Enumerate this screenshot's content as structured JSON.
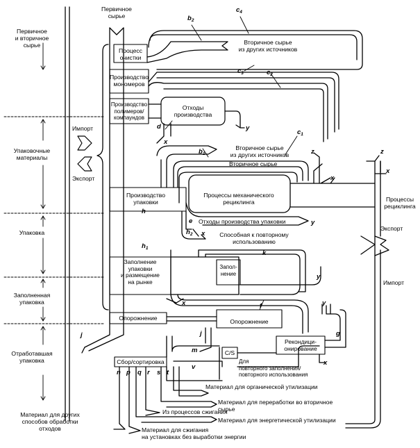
{
  "stages": [
    {
      "line1": "Первичное",
      "line2": "и вторичное",
      "line3": "сырье"
    },
    {
      "line1": "Упаковочные",
      "line2": "материалы"
    },
    {
      "line1": "Упаковка"
    },
    {
      "line1": "Заполненная",
      "line2": "упаковка"
    },
    {
      "line1": "Отработавшая",
      "line2": "упаковка"
    },
    {
      "line1": "Материал для других",
      "line2": "способов обработки",
      "line3": "отходов"
    }
  ],
  "top_input": {
    "line1": "Первичное",
    "line2": "сырье"
  },
  "boxes": {
    "cleaning": {
      "line1": "Процесс",
      "line2": "очистки"
    },
    "monomers": {
      "line1": "Производство",
      "line2": "мономеров"
    },
    "polymers": {
      "line1": "Производство",
      "line2": "полимеров/",
      "line3": "компаундов"
    },
    "production_waste": {
      "line1": "Отходы",
      "line2": "производства"
    },
    "packaging_production": {
      "line1": "Производство",
      "line2": "упаковки"
    },
    "mechanical_recycling": {
      "line1": "Процессы механического",
      "line2": "рециклинга"
    },
    "filling_market": {
      "line1": "Заполнение",
      "line2": "упаковки",
      "line3": "и размещение",
      "line4": "на рынке"
    },
    "filling": {
      "line1": "Запол-",
      "line2": "нение"
    },
    "emptying_left": "Опорожнение",
    "emptying_right": "Опорожнение",
    "reconditioning": {
      "line1": "Рекондици-",
      "line2": "онирование"
    },
    "collection": "Сбор/сортировка",
    "cs": "C/S"
  },
  "labels": {
    "secondary_other_top": {
      "line1": "Вторичное сырье",
      "line2": "из других источников"
    },
    "secondary_other_mid": {
      "line1": "Вторичное сырье",
      "line2": "из других источников"
    },
    "secondary_raw": "Вторичное сырье",
    "packaging_waste": "Отходы производства упаковки",
    "reusable": {
      "line1": "Способная к повторному",
      "line2": "использованию"
    },
    "refill": {
      "line1": "Для",
      "line2": "повторного заполнения/",
      "line3": "повторного использования"
    },
    "organic": "Материал для органической утилизации",
    "secondary_processing": {
      "line1": "Материал для переработки во вторичное",
      "line2": "сырье"
    },
    "incineration": "Из процессов сжигания",
    "energy": "Материал для энергетической утилизации",
    "burning": {
      "line1": "Материал для сжигания",
      "line2": "на установках без выработки энергии"
    },
    "recycling_processes": {
      "line1": "Процессы",
      "line2": "рециклинга"
    },
    "import_left": "Импорт",
    "export_left": "Экспорт",
    "export_right": "Экспорт",
    "import_right": "Импорт"
  },
  "letters": {
    "b2": "b",
    "c4": "c",
    "c3": "c",
    "c2": "c",
    "c1": "c",
    "b1": "b",
    "d": "d",
    "x1": "x",
    "y1": "y",
    "z1": "z",
    "x2": "x",
    "z2": "z",
    "x3": "x",
    "h": "h",
    "e": "e",
    "x4": "x",
    "y2": "y",
    "h2": "h",
    "h1": "h",
    "k": "k",
    "y3": "y",
    "x5": "x",
    "f": "f",
    "y4": "y",
    "j1": "j",
    "g": "g",
    "m": "m",
    "v": "v",
    "x6": "x",
    "j2": "j",
    "n": "n",
    "p": "p",
    "q": "q",
    "r": "r",
    "s": "s",
    "t": "t"
  },
  "subs": {
    "b2": "2",
    "c4": "4",
    "c3": "3",
    "c2": "2",
    "c1": "1",
    "b1": "1",
    "h2": "2",
    "h1": "1"
  }
}
